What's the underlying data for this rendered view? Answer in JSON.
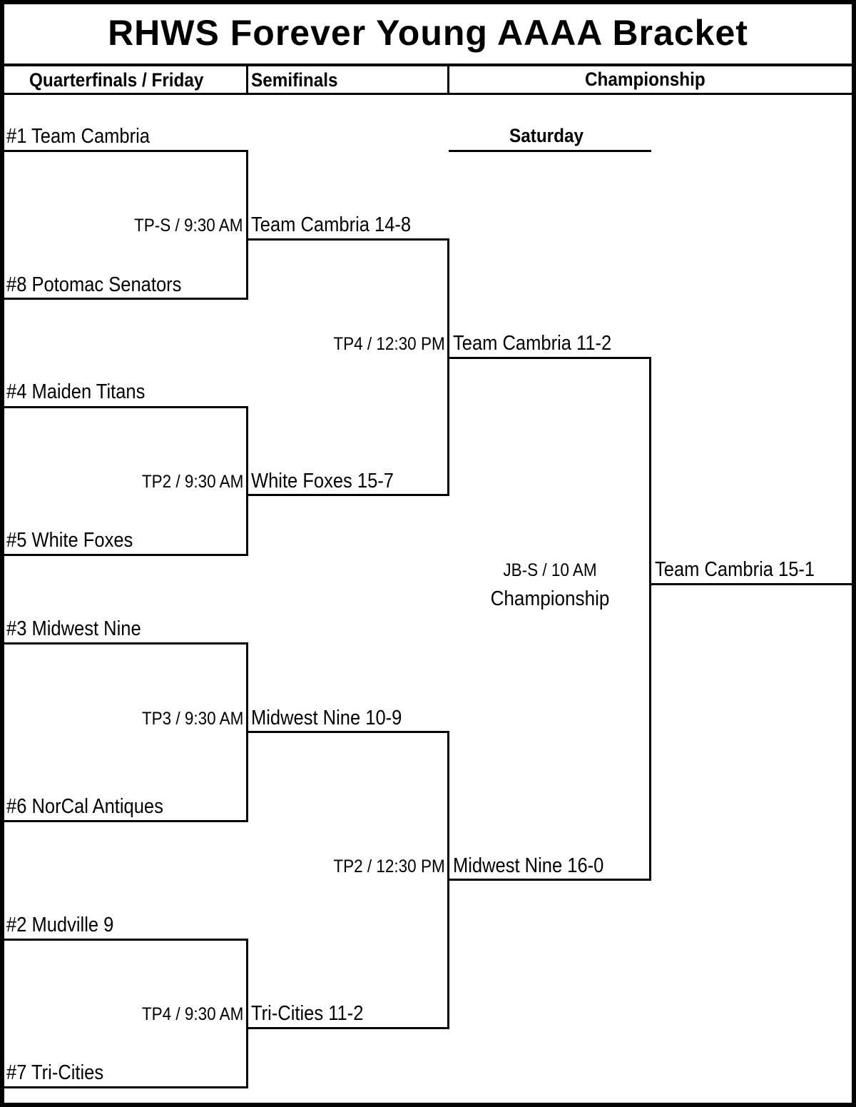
{
  "title": "RHWS Forever Young AAAA Bracket",
  "headers": {
    "quarterfinals": "Quarterfinals / Friday",
    "semifinals": "Semifinals",
    "championship": "Championship",
    "saturday": "Saturday"
  },
  "quarterfinals": {
    "teams": [
      "#1  Team Cambria",
      "#8 Potomac Senators",
      "#4 Maiden Titans",
      "#5 White Foxes",
      "#3 Midwest Nine",
      "#6 NorCal Antiques",
      "#2 Mudville 9",
      "#7 Tri-Cities"
    ],
    "games": [
      {
        "time": "TP-S / 9:30 AM",
        "result": "Team Cambria 14-8"
      },
      {
        "time": "TP2 / 9:30 AM",
        "result": "White Foxes 15-7"
      },
      {
        "time": "TP3 / 9:30 AM",
        "result": "Midwest Nine 10-9"
      },
      {
        "time": "TP4 / 9:30 AM",
        "result": "Tri-Cities 11-2"
      }
    ]
  },
  "semifinals": {
    "games": [
      {
        "time": "TP4 / 12:30 PM",
        "result": "Team Cambria 11-2"
      },
      {
        "time": "TP2 / 12:30 PM",
        "result": "Midwest Nine 16-0"
      }
    ]
  },
  "championship": {
    "time": "JB-S / 10 AM",
    "label": "Championship",
    "result": "Team Cambria 15-1"
  }
}
